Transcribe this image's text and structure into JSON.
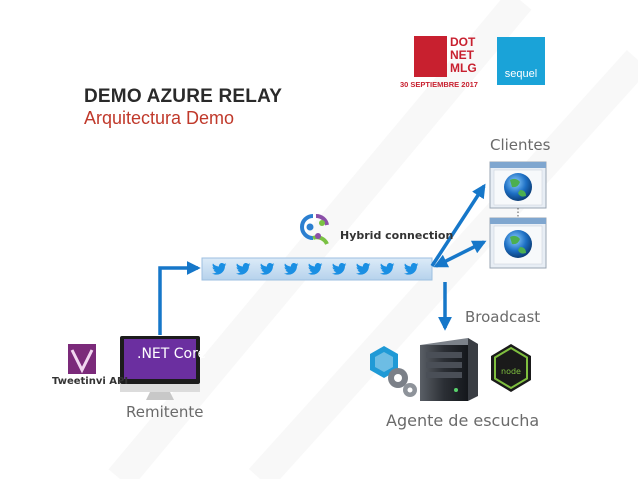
{
  "header": {
    "title": "DEMO AZURE RELAY",
    "subtitle": "Arquitectura Demo"
  },
  "logos": {
    "dotnet_line1": "DOT",
    "dotnet_line2": "NET",
    "dotnet_line3": "MLG",
    "dotnet_date": "30 SEPTIEMBRE 2017",
    "sequel": "sequel"
  },
  "labels": {
    "clientes": "Clientes",
    "hybrid_connection": "Hybrid connection",
    "broadcast": "Broadcast",
    "remitente": "Remitente",
    "agente": "Agente de escucha",
    "tweetinvi": "Tweetinvi API",
    "net_core": ".NET Core"
  },
  "colors": {
    "arrow": "#1677c9",
    "bar": "#c9dff2",
    "twitter": "#1a8fe3",
    "accent_red": "#c0392b",
    "dotnet_red": "#c8202f",
    "sequel_blue": "#1aa3d8",
    "tweetinvi_purple": "#7b2a7a"
  },
  "icons": [
    "twitter-bird-icon",
    "hybrid-connection-icon",
    "globe-icon",
    "server-icon",
    "nodejs-icon",
    "azure-gears-icon",
    "tweetinvi-icon",
    "monitor-icon"
  ]
}
